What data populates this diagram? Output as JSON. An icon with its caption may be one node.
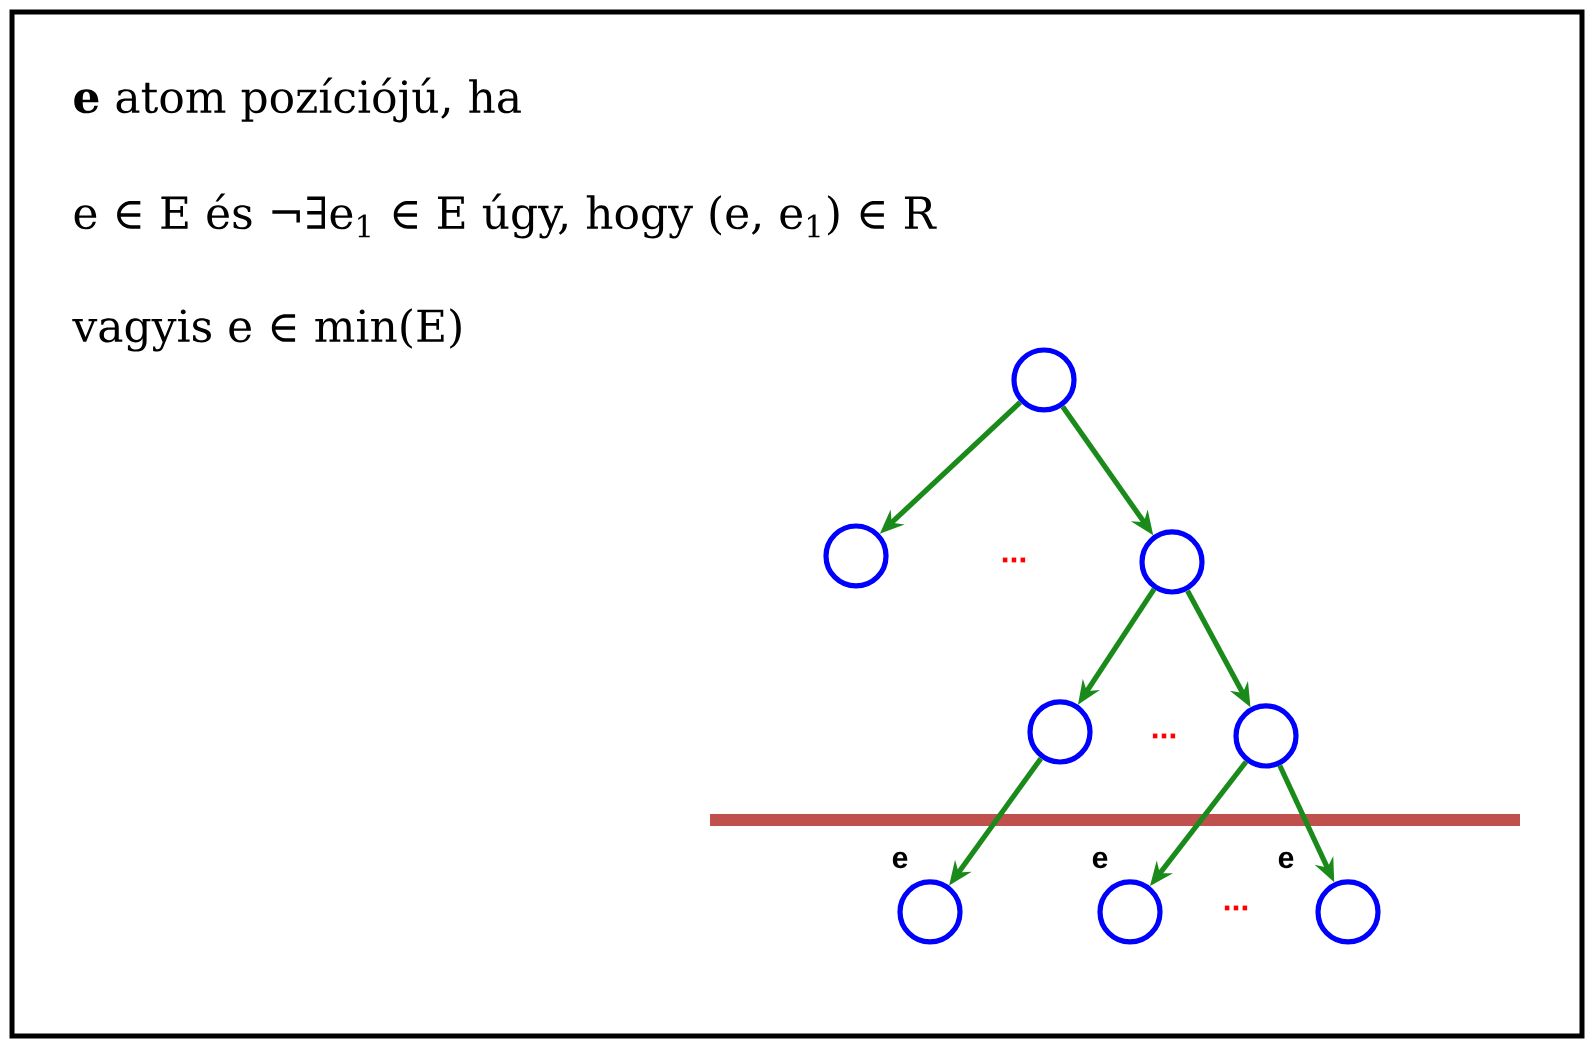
{
  "diagram": {
    "nodes": [
      {
        "text": [],
        "shape": "circle"
      },
      {
        "text": [],
        "shape": "circle"
      },
      {
        "text": [],
        "shape": "circle"
      },
      {
        "text": [],
        "shape": "circle"
      },
      {
        "text": [],
        "shape": "circle"
      },
      {
        "text": [],
        "shape": "circle",
        "beside": [
          "e"
        ]
      },
      {
        "text": [],
        "shape": "circle",
        "beside": [
          "e"
        ]
      },
      {
        "text": [],
        "shape": "circle",
        "beside": [
          "e"
        ]
      }
    ],
    "edges": [
      {
        "from": 0,
        "to": 1,
        "arrow": "to"
      },
      {
        "from": 0,
        "to": 2,
        "arrow": "to"
      },
      {
        "from": 2,
        "to": 3,
        "arrow": "to"
      },
      {
        "from": 2,
        "to": 4,
        "arrow": "to"
      },
      {
        "from": 3,
        "to": 5,
        "arrow": "to"
      },
      {
        "from": 4,
        "to": 6,
        "arrow": "to"
      },
      {
        "from": 4,
        "to": 7,
        "arrow": "to"
      }
    ],
    "labels": [
      "**e** atom pozíciójú, ha",
      "e ∈ E  és  ¬∃e$_{1}$ ∈ E  úgy, hogy  (e, e$_{1}$) ∈ R",
      "vagyis  e ∈ min(E)",
      "...",
      "...",
      "..."
    ]
  }
}
